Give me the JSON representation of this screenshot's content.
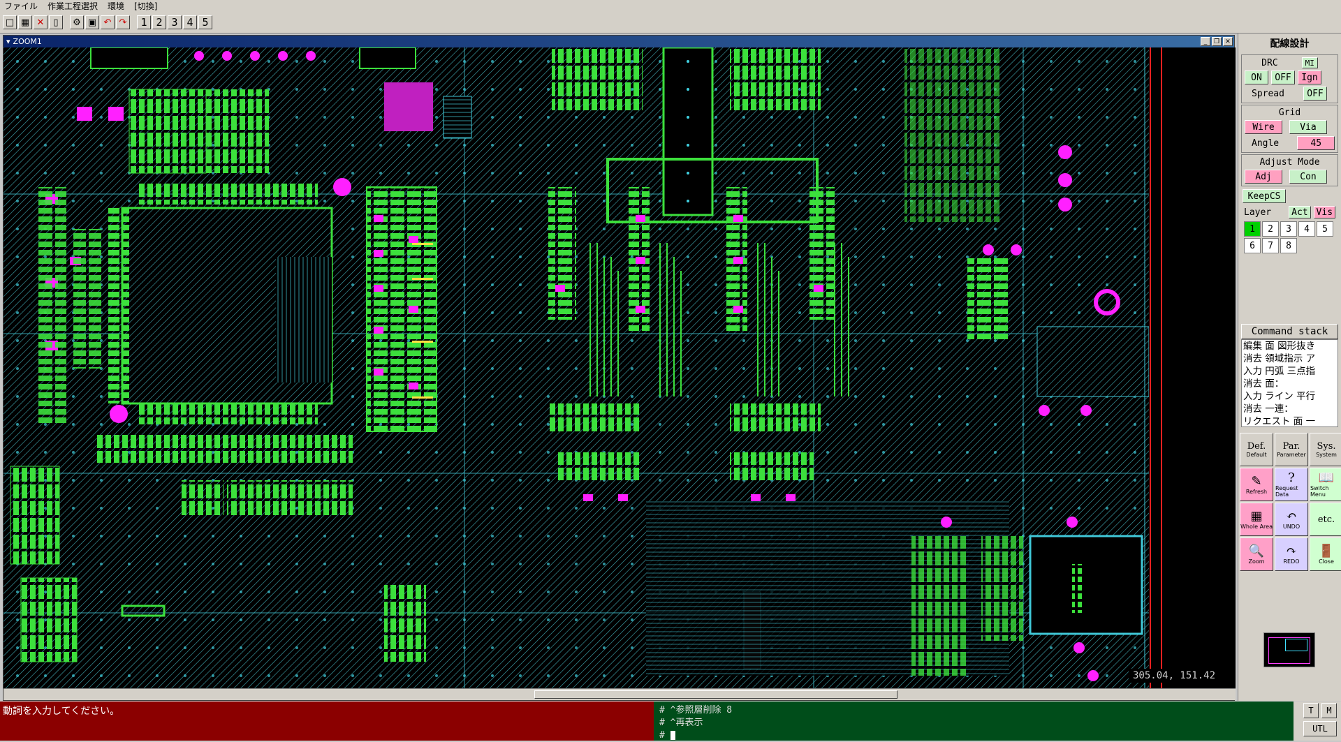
{
  "menu": [
    "ファイル",
    "作業工程選択",
    "環境",
    "[切換]"
  ],
  "toolbar": {
    "icons": [
      "new-icon",
      "grid-icon",
      "delete-icon",
      "select-icon",
      "gear-icon",
      "window-icon",
      "undo-icon",
      "redo-icon"
    ],
    "numbers": [
      "1",
      "2",
      "3",
      "4",
      "5"
    ]
  },
  "zoom_window": {
    "title": "ZOOM1",
    "coords": "305.04,  151.42"
  },
  "panel": {
    "title": "配線設計",
    "drc": {
      "label": "DRC",
      "mi": "MI",
      "on": "ON",
      "off": "OFF",
      "ign": "Ign",
      "spread_label": "Spread",
      "spread_val": "OFF"
    },
    "grid": {
      "label": "Grid",
      "wire": "Wire",
      "via": "Via",
      "angle_label": "Angle",
      "angle_val": "45"
    },
    "adjust": {
      "label": "Adjust Mode",
      "adj": "Adj",
      "con": "Con"
    },
    "keepcs": "KeepCS",
    "layer": {
      "label": "Layer",
      "act": "Act",
      "vis": "Vis",
      "cells": [
        "1",
        "2",
        "3",
        "4",
        "5",
        "6",
        "7",
        "8"
      ]
    },
    "cmd_title": "Command stack",
    "cmd_lines": [
      "編集 面 図形抜き",
      "消去 領域指示 ア",
      "入力 円弧 三点指",
      "消去 面：",
      "入力 ライン 平行",
      "消去 一連：",
      "リクエスト 面 一"
    ],
    "func": {
      "def": "Def.",
      "def_sub": "Default",
      "par": "Par.",
      "par_sub": "Parameter",
      "sys": "Sys.",
      "sys_sub": "System",
      "refresh": "Refresh",
      "request": "Request Data",
      "switch": "Switch Menu",
      "whole": "Whole Area",
      "undo": "UNDO",
      "etc": "etc.",
      "zoom": "Zoom",
      "redo": "REDO",
      "close": "Close"
    }
  },
  "status": {
    "prompt": "動詞を入力してください。",
    "log1": "# ^参照層削除 8",
    "log2": "# ^再表示",
    "log3": "#",
    "t": "T",
    "m": "M",
    "utl": "UTL"
  },
  "colors": {
    "accent_pink": "#ffa0c0",
    "accent_green": "#c8f0c8",
    "pcb_background": "#000000"
  }
}
